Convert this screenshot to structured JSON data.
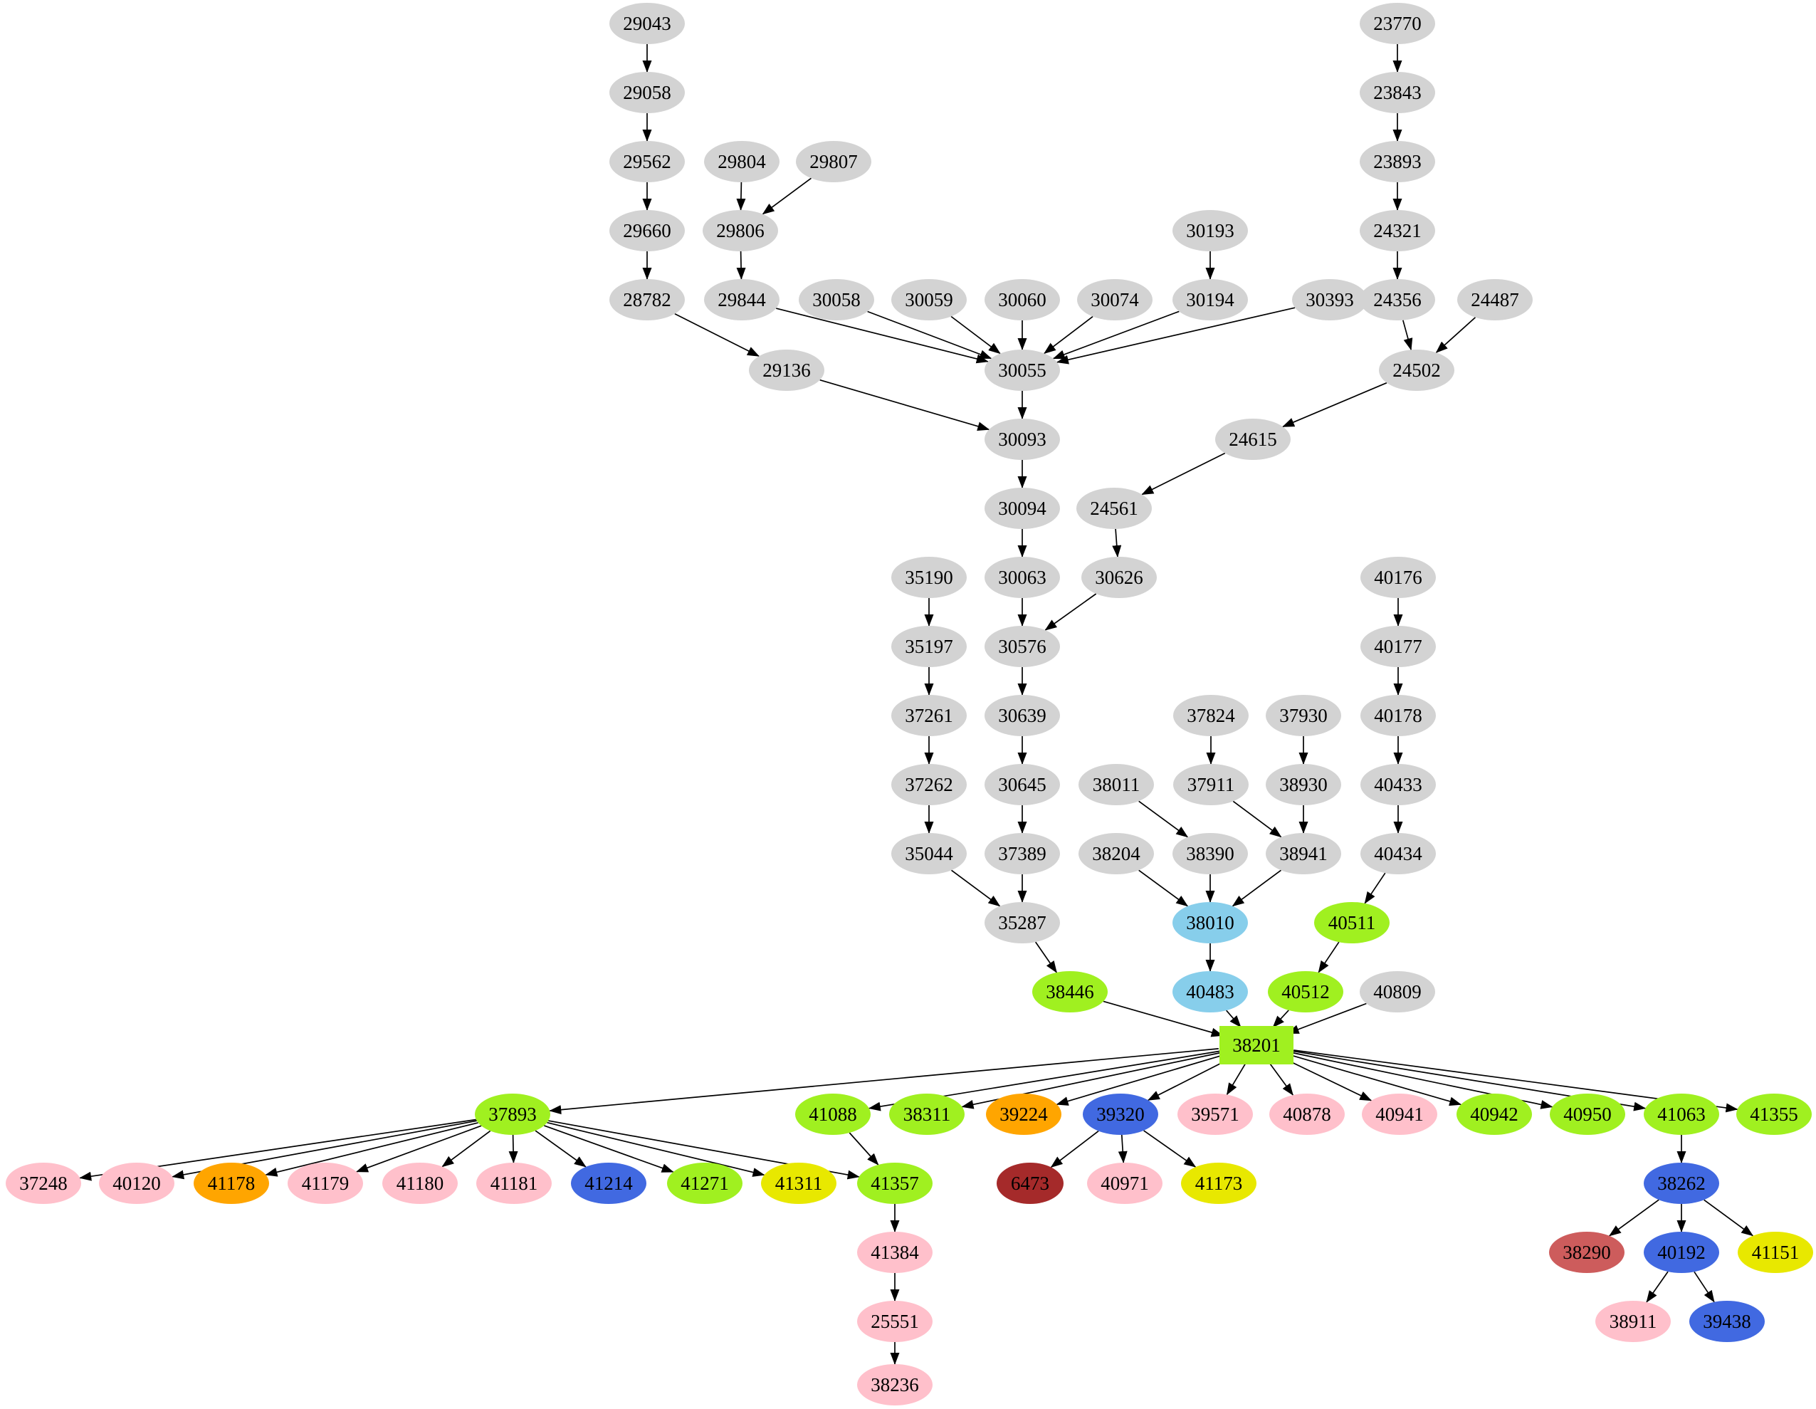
{
  "graph": {
    "background": "#ffffff",
    "edge_color": "#000000",
    "text_color": "#000000",
    "palette": {
      "gray": "#d3d3d3",
      "green": "#a0f020",
      "skyblue": "#87ceeb",
      "orange": "#ffa500",
      "blue": "#4169e1",
      "pink": "#ffc0cb",
      "yellow": "#ededed00",
      "darkred": "#a52a2a",
      "lightred": "#cd5c5c"
    },
    "node_colors": {
      "gray": "#d3d3d3",
      "green": "#a0f020",
      "skyblue": "#87ceeb",
      "orange": "#ffa500",
      "blue": "#4169e1",
      "pink": "#ffc0cb",
      "yellow": "#e8e800",
      "darkred": "#a52a2a",
      "lightred": "#cd5c5c"
    },
    "nodes": [
      [
        "29043",
        909,
        33,
        "gray"
      ],
      [
        "23770",
        1963,
        33,
        "gray"
      ],
      [
        "29058",
        909,
        130,
        "gray"
      ],
      [
        "23843",
        1963,
        130,
        "gray"
      ],
      [
        "29562",
        909,
        227,
        "gray"
      ],
      [
        "29804",
        1042,
        227,
        "gray"
      ],
      [
        "29807",
        1171,
        227,
        "gray"
      ],
      [
        "23893",
        1963,
        227,
        "gray"
      ],
      [
        "29660",
        909,
        324,
        "gray"
      ],
      [
        "29806",
        1040,
        324,
        "gray"
      ],
      [
        "30193",
        1700,
        324,
        "gray"
      ],
      [
        "24321",
        1963,
        324,
        "gray"
      ],
      [
        "28782",
        909,
        421,
        "gray"
      ],
      [
        "29844",
        1042,
        421,
        "gray"
      ],
      [
        "30058",
        1175,
        421,
        "gray"
      ],
      [
        "30059",
        1305,
        421,
        "gray"
      ],
      [
        "30060",
        1436,
        421,
        "gray"
      ],
      [
        "30074",
        1566,
        421,
        "gray"
      ],
      [
        "30194",
        1700,
        421,
        "gray"
      ],
      [
        "30393",
        1868,
        421,
        "gray"
      ],
      [
        "24356",
        1963,
        421,
        "gray"
      ],
      [
        "24487",
        2100,
        421,
        "gray"
      ],
      [
        "29136",
        1105,
        520,
        "gray"
      ],
      [
        "30055",
        1436,
        520,
        "gray"
      ],
      [
        "24502",
        1990,
        520,
        "gray"
      ],
      [
        "30093",
        1436,
        617,
        "gray"
      ],
      [
        "24615",
        1760,
        617,
        "gray"
      ],
      [
        "30094",
        1436,
        714,
        "gray"
      ],
      [
        "24561",
        1565,
        714,
        "gray"
      ],
      [
        "35190",
        1305,
        811,
        "gray"
      ],
      [
        "30063",
        1436,
        811,
        "gray"
      ],
      [
        "30626",
        1572,
        811,
        "gray"
      ],
      [
        "40176",
        1964,
        811,
        "gray"
      ],
      [
        "35197",
        1305,
        908,
        "gray"
      ],
      [
        "30576",
        1436,
        908,
        "gray"
      ],
      [
        "40177",
        1964,
        908,
        "gray"
      ],
      [
        "37261",
        1305,
        1005,
        "gray"
      ],
      [
        "30639",
        1436,
        1005,
        "gray"
      ],
      [
        "37824",
        1701,
        1005,
        "gray"
      ],
      [
        "37930",
        1831,
        1005,
        "gray"
      ],
      [
        "40178",
        1964,
        1005,
        "gray"
      ],
      [
        "37262",
        1305,
        1102,
        "gray"
      ],
      [
        "30645",
        1436,
        1102,
        "gray"
      ],
      [
        "38011",
        1568,
        1102,
        "gray"
      ],
      [
        "37911",
        1701,
        1102,
        "gray"
      ],
      [
        "38930",
        1831,
        1102,
        "gray"
      ],
      [
        "40433",
        1964,
        1102,
        "gray"
      ],
      [
        "35044",
        1305,
        1199,
        "gray"
      ],
      [
        "37389",
        1436,
        1199,
        "gray"
      ],
      [
        "38204",
        1568,
        1199,
        "gray"
      ],
      [
        "38390",
        1700,
        1199,
        "gray"
      ],
      [
        "38941",
        1831,
        1199,
        "gray"
      ],
      [
        "40434",
        1964,
        1199,
        "gray"
      ],
      [
        "35287",
        1436,
        1296,
        "gray"
      ],
      [
        "38010",
        1700,
        1296,
        "skyblue"
      ],
      [
        "40511",
        1899,
        1296,
        "green"
      ],
      [
        "38446",
        1503,
        1393,
        "green"
      ],
      [
        "40483",
        1700,
        1393,
        "skyblue"
      ],
      [
        "40512",
        1834,
        1393,
        "green"
      ],
      [
        "40809",
        1963,
        1393,
        "gray"
      ],
      [
        "38201",
        1765,
        1468,
        "green",
        "box"
      ],
      [
        "37893",
        720,
        1565,
        "green"
      ],
      [
        "41088",
        1170,
        1565,
        "green"
      ],
      [
        "38311",
        1302,
        1565,
        "green"
      ],
      [
        "39224",
        1438,
        1565,
        "orange"
      ],
      [
        "39320",
        1574,
        1565,
        "blue"
      ],
      [
        "39571",
        1707,
        1565,
        "pink"
      ],
      [
        "40878",
        1836,
        1565,
        "pink"
      ],
      [
        "40941",
        1966,
        1565,
        "pink"
      ],
      [
        "40942",
        2099,
        1565,
        "green"
      ],
      [
        "40950",
        2230,
        1565,
        "green"
      ],
      [
        "41063",
        2362,
        1565,
        "green"
      ],
      [
        "41355",
        2492,
        1565,
        "green"
      ],
      [
        "37248",
        61,
        1662,
        "pink"
      ],
      [
        "40120",
        192,
        1662,
        "pink"
      ],
      [
        "41178",
        325,
        1662,
        "orange"
      ],
      [
        "41179",
        457,
        1662,
        "pink"
      ],
      [
        "41180",
        590,
        1662,
        "pink"
      ],
      [
        "41181",
        722,
        1662,
        "pink"
      ],
      [
        "41214",
        855,
        1662,
        "blue"
      ],
      [
        "41271",
        990,
        1662,
        "green"
      ],
      [
        "41311",
        1122,
        1662,
        "yellow"
      ],
      [
        "41357",
        1257,
        1662,
        "green"
      ],
      [
        "6473",
        1447,
        1662,
        "darkred",
        "small"
      ],
      [
        "40971",
        1580,
        1662,
        "pink"
      ],
      [
        "41173",
        1712,
        1662,
        "yellow"
      ],
      [
        "38262",
        2362,
        1662,
        "blue"
      ],
      [
        "41384",
        1257,
        1759,
        "pink"
      ],
      [
        "38290",
        2229,
        1759,
        "lightred"
      ],
      [
        "40192",
        2362,
        1759,
        "blue"
      ],
      [
        "41151",
        2494,
        1759,
        "yellow"
      ],
      [
        "25551",
        1257,
        1856,
        "pink"
      ],
      [
        "38911",
        2294,
        1856,
        "pink"
      ],
      [
        "39438",
        2426,
        1856,
        "blue"
      ],
      [
        "38236",
        1257,
        1945,
        "pink"
      ]
    ],
    "edges": [
      [
        "29043",
        "29058"
      ],
      [
        "29058",
        "29562"
      ],
      [
        "29562",
        "29660"
      ],
      [
        "29660",
        "28782"
      ],
      [
        "28782",
        "29136"
      ],
      [
        "29804",
        "29806"
      ],
      [
        "29807",
        "29806"
      ],
      [
        "29806",
        "29844"
      ],
      [
        "29844",
        "30055"
      ],
      [
        "30058",
        "30055"
      ],
      [
        "30059",
        "30055"
      ],
      [
        "30060",
        "30055"
      ],
      [
        "30074",
        "30055"
      ],
      [
        "30193",
        "30194"
      ],
      [
        "30194",
        "30055"
      ],
      [
        "30393",
        "30055"
      ],
      [
        "30055",
        "30093"
      ],
      [
        "29136",
        "30093"
      ],
      [
        "30093",
        "30094"
      ],
      [
        "30094",
        "30063"
      ],
      [
        "30063",
        "30576"
      ],
      [
        "30626",
        "30576"
      ],
      [
        "30576",
        "30639"
      ],
      [
        "30639",
        "30645"
      ],
      [
        "30645",
        "37389"
      ],
      [
        "37389",
        "35287"
      ],
      [
        "35044",
        "35287"
      ],
      [
        "35287",
        "38446"
      ],
      [
        "35190",
        "35197"
      ],
      [
        "35197",
        "37261"
      ],
      [
        "37261",
        "37262"
      ],
      [
        "37262",
        "35044"
      ],
      [
        "23770",
        "23843"
      ],
      [
        "23843",
        "23893"
      ],
      [
        "23893",
        "24321"
      ],
      [
        "24321",
        "24356"
      ],
      [
        "24356",
        "24502"
      ],
      [
        "24487",
        "24502"
      ],
      [
        "24502",
        "24615"
      ],
      [
        "24615",
        "24561"
      ],
      [
        "24561",
        "30626"
      ],
      [
        "40176",
        "40177"
      ],
      [
        "40177",
        "40178"
      ],
      [
        "40178",
        "40433"
      ],
      [
        "40433",
        "40434"
      ],
      [
        "40434",
        "40511"
      ],
      [
        "40511",
        "40512"
      ],
      [
        "37824",
        "37911"
      ],
      [
        "37911",
        "38941"
      ],
      [
        "37930",
        "38930"
      ],
      [
        "38930",
        "38941"
      ],
      [
        "38011",
        "38390"
      ],
      [
        "38204",
        "38010"
      ],
      [
        "38390",
        "38010"
      ],
      [
        "38941",
        "38010"
      ],
      [
        "38010",
        "40483"
      ],
      [
        "38446",
        "38201"
      ],
      [
        "40483",
        "38201"
      ],
      [
        "40512",
        "38201"
      ],
      [
        "40809",
        "38201"
      ],
      [
        "38201",
        "37893"
      ],
      [
        "38201",
        "41088"
      ],
      [
        "38201",
        "38311"
      ],
      [
        "38201",
        "39224"
      ],
      [
        "38201",
        "39320"
      ],
      [
        "38201",
        "39571"
      ],
      [
        "38201",
        "40878"
      ],
      [
        "38201",
        "40941"
      ],
      [
        "38201",
        "40942"
      ],
      [
        "38201",
        "40950"
      ],
      [
        "38201",
        "41063"
      ],
      [
        "38201",
        "41355"
      ],
      [
        "37893",
        "37248"
      ],
      [
        "37893",
        "40120"
      ],
      [
        "37893",
        "41178"
      ],
      [
        "37893",
        "41179"
      ],
      [
        "37893",
        "41180"
      ],
      [
        "37893",
        "41181"
      ],
      [
        "37893",
        "41214"
      ],
      [
        "37893",
        "41271"
      ],
      [
        "37893",
        "41311"
      ],
      [
        "37893",
        "41357"
      ],
      [
        "41088",
        "41357"
      ],
      [
        "41357",
        "41384"
      ],
      [
        "41384",
        "25551"
      ],
      [
        "25551",
        "38236"
      ],
      [
        "39320",
        "6473"
      ],
      [
        "39320",
        "40971"
      ],
      [
        "39320",
        "41173"
      ],
      [
        "41063",
        "38262"
      ],
      [
        "38262",
        "38290"
      ],
      [
        "38262",
        "40192"
      ],
      [
        "38262",
        "41151"
      ],
      [
        "40192",
        "38911"
      ],
      [
        "40192",
        "39438"
      ]
    ]
  }
}
